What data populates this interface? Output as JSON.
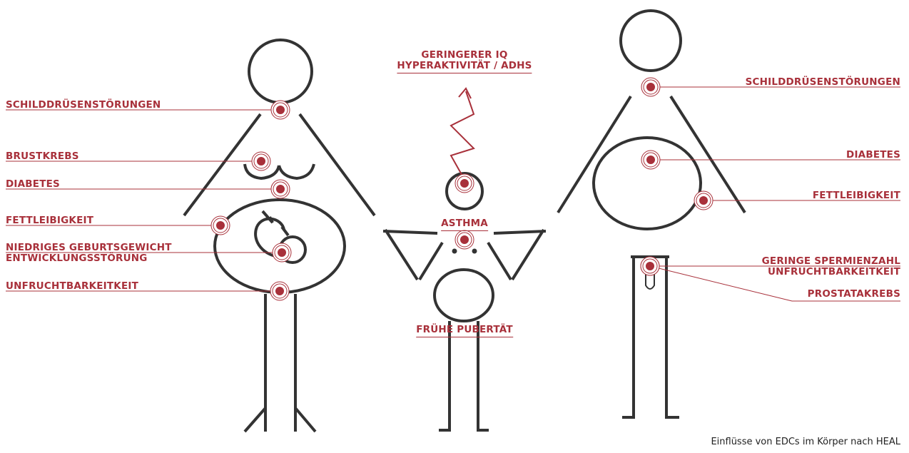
{
  "colors": {
    "figure": "#333333",
    "accent": "#a8303a",
    "text": "#222222"
  },
  "figures": [
    {
      "name": "woman",
      "labels": [
        {
          "id": "w-thyroid",
          "lines": [
            "SCHILDDRÜSENSTÖRUNGEN"
          ]
        },
        {
          "id": "w-breast-cancer",
          "lines": [
            "BRUSTKREBS"
          ]
        },
        {
          "id": "w-diabetes",
          "lines": [
            "DIABETES"
          ]
        },
        {
          "id": "w-obesity",
          "lines": [
            "FETTLEIBIGKEIT"
          ]
        },
        {
          "id": "w-birthweight",
          "lines": [
            "NIEDRIGES GEBURTSGEWICHT",
            "ENTWICKLUNGSSTÖRUNG"
          ]
        },
        {
          "id": "w-infertility",
          "lines": [
            "UNFRUCHTBARKEITKEIT"
          ]
        }
      ]
    },
    {
      "name": "child",
      "labels": [
        {
          "id": "c-iq",
          "lines": [
            "GERINGERER IQ",
            "HYPERAKTIVITÄT / ADHS"
          ]
        },
        {
          "id": "c-asthma",
          "lines": [
            "ASTHMA"
          ]
        },
        {
          "id": "c-puberty",
          "lines": [
            "FRÜHE PUBERTÄT"
          ]
        }
      ]
    },
    {
      "name": "man",
      "labels": [
        {
          "id": "m-thyroid",
          "lines": [
            "SCHILDDRÜSENSTÖRUNGEN"
          ]
        },
        {
          "id": "m-diabetes",
          "lines": [
            "DIABETES"
          ]
        },
        {
          "id": "m-obesity",
          "lines": [
            "FETTLEIBIGKEIT"
          ]
        },
        {
          "id": "m-sperm",
          "lines": [
            "GERINGE SPERMIENZAHL",
            "UNFRUCHTBARKEITKEIT"
          ]
        },
        {
          "id": "m-prostate",
          "lines": [
            "PROSTATAKREBS"
          ]
        }
      ]
    }
  ],
  "caption": "Einflüsse von EDCs im Körper nach HEAL"
}
